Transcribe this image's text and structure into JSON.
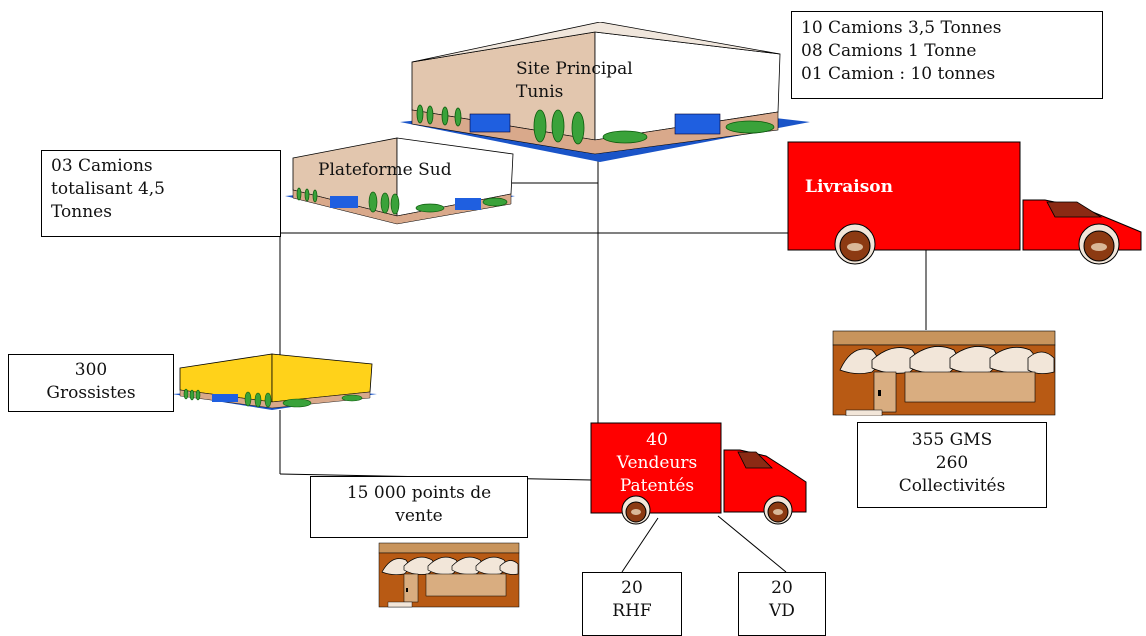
{
  "site_principal": {
    "line1": "Site Principal",
    "line2": "Tunis"
  },
  "plateforme_sud": {
    "label": "Plateforme Sud"
  },
  "fleet_tunis": {
    "line1": "10 Camions  3,5 Tonnes",
    "line2": "08 Camions 1 Tonne",
    "line3": "01 Camion : 10 tonnes"
  },
  "fleet_sud": {
    "line1": "03 Camions",
    "line2": "totalisant  4,5",
    "line3": "Tonnes"
  },
  "livraison_truck": {
    "label": "Livraison"
  },
  "grossistes": {
    "line1": "300",
    "line2": "Grossistes"
  },
  "points_vente": {
    "line1": "15 000 points de",
    "line2": "vente"
  },
  "vendeurs_truck": {
    "line1": "40",
    "line2": "Vendeurs",
    "line3": "Patentés"
  },
  "gms": {
    "line1": "355 GMS",
    "line2": "260",
    "line3": "Collectivités"
  },
  "rhf": {
    "line1": "20",
    "line2": "RHF"
  },
  "vd": {
    "line1": "20",
    "line2": "VD"
  },
  "colors": {
    "truck_red": "#ff0000",
    "warehouse_wall": "#e2c6ae",
    "warehouse_yellow": "#ffd21a",
    "floor_blue": "#1a54c8",
    "shop_brown": "#b85a14"
  }
}
